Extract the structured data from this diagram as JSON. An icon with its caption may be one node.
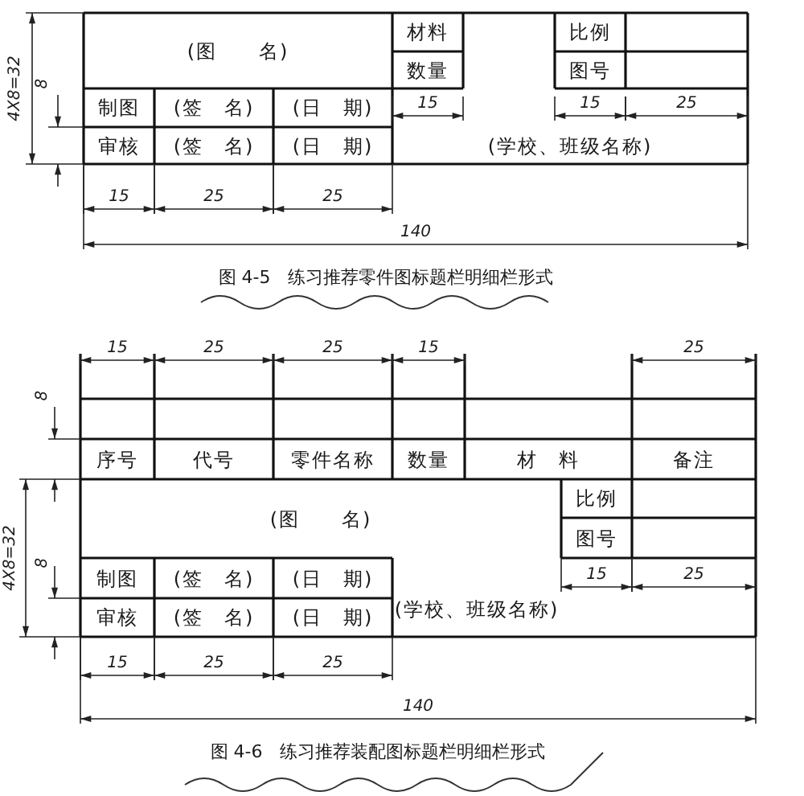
{
  "diagram": {
    "labels": [
      "(图　　名)",
      "材料",
      "比例",
      "数量",
      "图号",
      "制图",
      "(签　名)",
      "(日　期)",
      "15",
      "15",
      "25",
      "审核",
      "(签　名)",
      "(日　期)",
      "(学校、班级名称)",
      "4X8=32",
      "8",
      "15",
      "25",
      "25",
      "140",
      "图 4-5　练习推荐零件图标题栏明细栏形式",
      "15",
      "25",
      "25",
      "15",
      "25",
      "8",
      "序号",
      "代号",
      "零件名称",
      "数量",
      "材　料",
      "备注",
      "(图　　名)",
      "比例",
      "图号",
      "15",
      "25",
      "制图",
      "(签　名)",
      "(日　期)",
      "(学校、班级名称)",
      "审核",
      "(签　名)",
      "(日　期)",
      "4X8=32",
      "8",
      "15",
      "25",
      "25",
      "140",
      "图 4-6　练习推荐装配图标题栏明细栏形式"
    ]
  }
}
